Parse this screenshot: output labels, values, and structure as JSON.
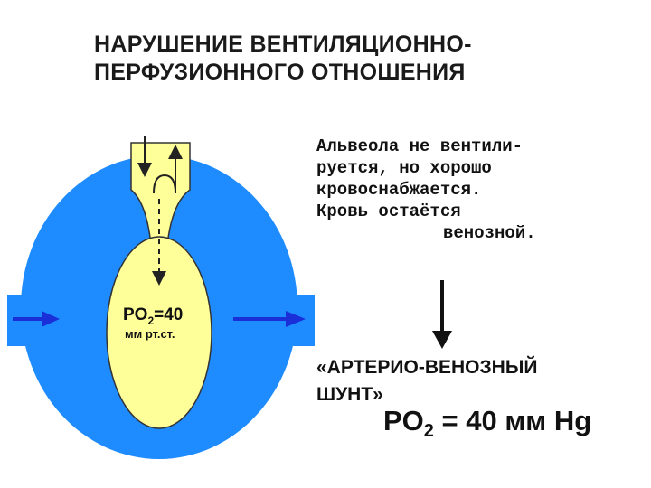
{
  "title": {
    "line1": "НАРУШЕНИЕ ВЕНТИЛЯЦИОННО-",
    "line2": "ПЕРФУЗИОННОГО ОТНОШЕНИЯ"
  },
  "description": {
    "line1": "Альвеола не вентили-",
    "line2": "руется, но хорошо",
    "line3": "кровоснабжается.",
    "line4": "Кровь остаётся",
    "line5": "венозной."
  },
  "shunt": {
    "line1": "«АРТЕРИО-ВЕНОЗНЫЙ",
    "line2": "ШУНТ»"
  },
  "result": {
    "prefix": "PO",
    "subscript": "2",
    "suffix": " = 40 мм Hg"
  },
  "alveolus": {
    "po2_prefix": "PO",
    "po2_subscript": "2",
    "po2_value": "=40",
    "unit": "мм рт.ст."
  },
  "colors": {
    "vessel": "#1e8bff",
    "alveolus": "#ffff99",
    "airway": "#ffff99",
    "arrow": "#1a2fd8",
    "outline": "#222222"
  }
}
